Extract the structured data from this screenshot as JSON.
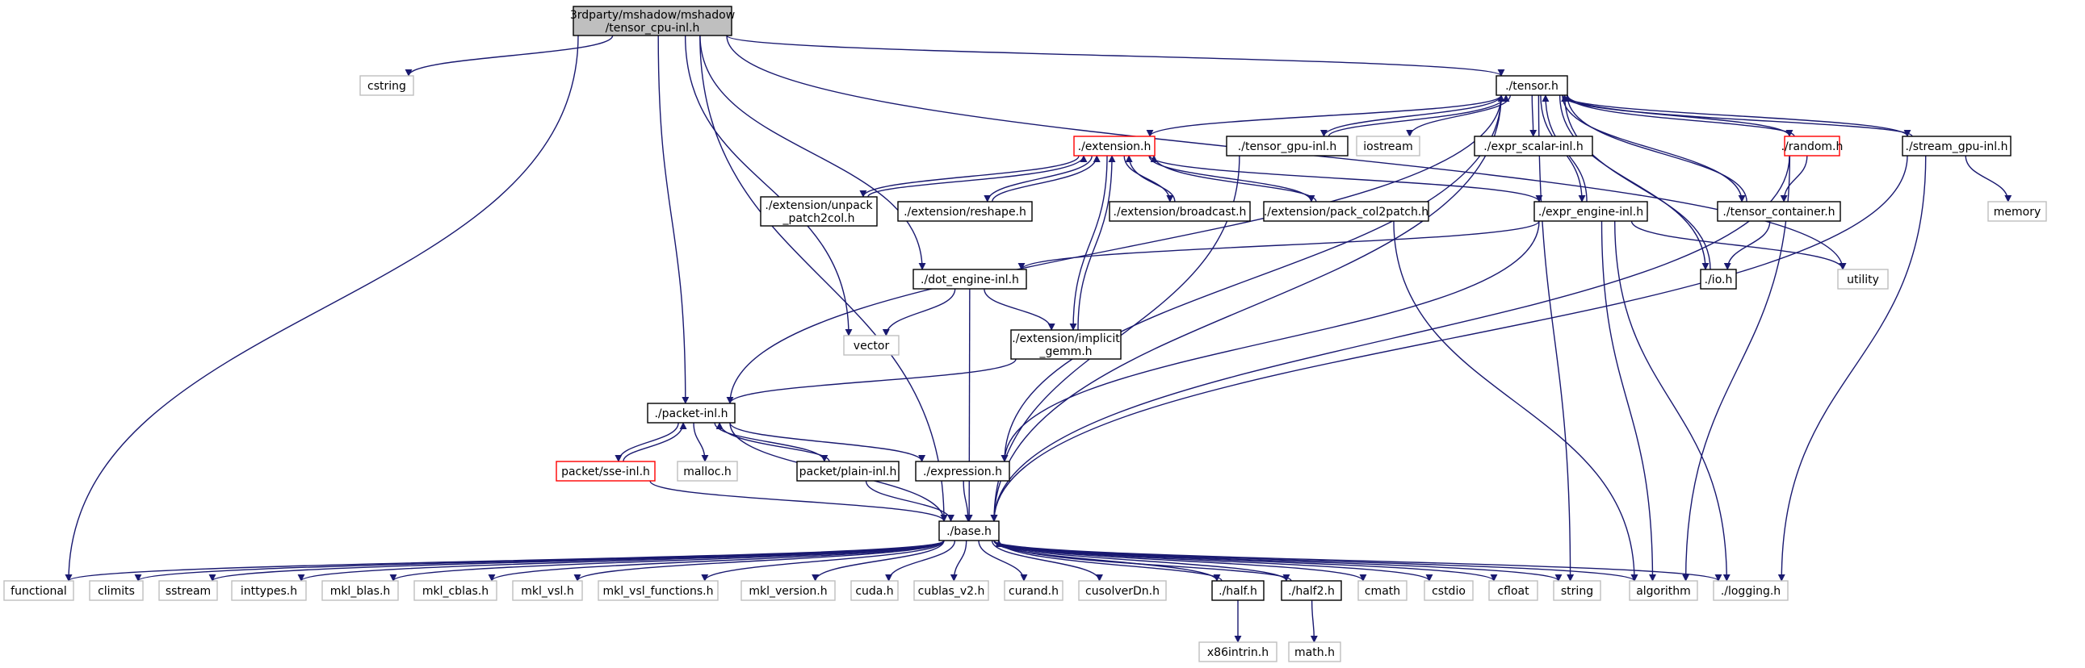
{
  "colors": {
    "edge": "#191970",
    "root_fill": "#bfbfbf",
    "root_border": "#000000",
    "internal_border": "#000000",
    "external_border": "#bfbfbf",
    "truncated_border": "#ff0000"
  },
  "legend_note": "",
  "nodes": [
    {
      "id": "root",
      "lines": [
        "3rdparty/mshadow/mshadow",
        "/tensor_cpu-inl.h"
      ],
      "kind": "root"
    },
    {
      "id": "cstring",
      "lines": [
        "cstring"
      ],
      "kind": "external"
    },
    {
      "id": "tensor",
      "lines": [
        "./tensor.h"
      ],
      "kind": "internal"
    },
    {
      "id": "extension",
      "lines": [
        "./extension.h"
      ],
      "kind": "truncated"
    },
    {
      "id": "tensor_gpu",
      "lines": [
        "./tensor_gpu-inl.h"
      ],
      "kind": "internal"
    },
    {
      "id": "iostream",
      "lines": [
        "iostream"
      ],
      "kind": "external"
    },
    {
      "id": "expr_scalar",
      "lines": [
        "./expr_scalar-inl.h"
      ],
      "kind": "internal"
    },
    {
      "id": "random",
      "lines": [
        "./random.h"
      ],
      "kind": "truncated"
    },
    {
      "id": "stream_gpu",
      "lines": [
        "./stream_gpu-inl.h"
      ],
      "kind": "internal"
    },
    {
      "id": "ext_unpack",
      "lines": [
        "./extension/unpack",
        "_patch2col.h"
      ],
      "kind": "internal"
    },
    {
      "id": "ext_reshape",
      "lines": [
        "./extension/reshape.h"
      ],
      "kind": "internal"
    },
    {
      "id": "ext_broadcast",
      "lines": [
        "./extension/broadcast.h"
      ],
      "kind": "internal"
    },
    {
      "id": "ext_pack",
      "lines": [
        "./extension/pack_col2patch.h"
      ],
      "kind": "internal"
    },
    {
      "id": "expr_engine",
      "lines": [
        "./expr_engine-inl.h"
      ],
      "kind": "internal"
    },
    {
      "id": "tensor_container",
      "lines": [
        "./tensor_container.h"
      ],
      "kind": "internal"
    },
    {
      "id": "memory",
      "lines": [
        "memory"
      ],
      "kind": "external"
    },
    {
      "id": "dot_engine",
      "lines": [
        "./dot_engine-inl.h"
      ],
      "kind": "internal"
    },
    {
      "id": "io",
      "lines": [
        "./io.h"
      ],
      "kind": "internal"
    },
    {
      "id": "utility",
      "lines": [
        "utility"
      ],
      "kind": "external"
    },
    {
      "id": "vector",
      "lines": [
        "vector"
      ],
      "kind": "external"
    },
    {
      "id": "ext_implicit",
      "lines": [
        "./extension/implicit",
        "_gemm.h"
      ],
      "kind": "internal"
    },
    {
      "id": "packet",
      "lines": [
        "./packet-inl.h"
      ],
      "kind": "internal"
    },
    {
      "id": "packet_sse",
      "lines": [
        "packet/sse-inl.h"
      ],
      "kind": "truncated"
    },
    {
      "id": "malloc",
      "lines": [
        "malloc.h"
      ],
      "kind": "external"
    },
    {
      "id": "packet_plain",
      "lines": [
        "packet/plain-inl.h"
      ],
      "kind": "internal"
    },
    {
      "id": "expression",
      "lines": [
        "./expression.h"
      ],
      "kind": "internal"
    },
    {
      "id": "base",
      "lines": [
        "./base.h"
      ],
      "kind": "internal"
    },
    {
      "id": "functional",
      "lines": [
        "functional"
      ],
      "kind": "external"
    },
    {
      "id": "climits",
      "lines": [
        "climits"
      ],
      "kind": "external"
    },
    {
      "id": "sstream",
      "lines": [
        "sstream"
      ],
      "kind": "external"
    },
    {
      "id": "inttypes",
      "lines": [
        "inttypes.h"
      ],
      "kind": "external"
    },
    {
      "id": "mkl_blas",
      "lines": [
        "mkl_blas.h"
      ],
      "kind": "external"
    },
    {
      "id": "mkl_cblas",
      "lines": [
        "mkl_cblas.h"
      ],
      "kind": "external"
    },
    {
      "id": "mkl_vsl",
      "lines": [
        "mkl_vsl.h"
      ],
      "kind": "external"
    },
    {
      "id": "mkl_vsl_functions",
      "lines": [
        "mkl_vsl_functions.h"
      ],
      "kind": "external"
    },
    {
      "id": "mkl_version",
      "lines": [
        "mkl_version.h"
      ],
      "kind": "external"
    },
    {
      "id": "cuda",
      "lines": [
        "cuda.h"
      ],
      "kind": "external"
    },
    {
      "id": "cublas",
      "lines": [
        "cublas_v2.h"
      ],
      "kind": "external"
    },
    {
      "id": "curand",
      "lines": [
        "curand.h"
      ],
      "kind": "external"
    },
    {
      "id": "cusolver",
      "lines": [
        "cusolverDn.h"
      ],
      "kind": "external"
    },
    {
      "id": "half",
      "lines": [
        "./half.h"
      ],
      "kind": "internal"
    },
    {
      "id": "half2",
      "lines": [
        "./half2.h"
      ],
      "kind": "internal"
    },
    {
      "id": "cmath",
      "lines": [
        "cmath"
      ],
      "kind": "external"
    },
    {
      "id": "cstdio",
      "lines": [
        "cstdio"
      ],
      "kind": "external"
    },
    {
      "id": "cfloat",
      "lines": [
        "cfloat"
      ],
      "kind": "external"
    },
    {
      "id": "string",
      "lines": [
        "string"
      ],
      "kind": "external"
    },
    {
      "id": "algorithm",
      "lines": [
        "algorithm"
      ],
      "kind": "external"
    },
    {
      "id": "logging",
      "lines": [
        "./logging.h"
      ],
      "kind": "external"
    },
    {
      "id": "x86intrin",
      "lines": [
        "x86intrin.h"
      ],
      "kind": "external"
    },
    {
      "id": "math",
      "lines": [
        "math.h"
      ],
      "kind": "external"
    }
  ],
  "edges": [
    [
      "root",
      "cstring"
    ],
    [
      "root",
      "tensor"
    ],
    [
      "root",
      "utility"
    ],
    [
      "root",
      "functional"
    ],
    [
      "root",
      "base"
    ],
    [
      "root",
      "packet"
    ],
    [
      "root",
      "vector"
    ],
    [
      "root",
      "dot_engine"
    ],
    [
      "tensor",
      "base"
    ],
    [
      "tensor",
      "extension"
    ],
    [
      "tensor",
      "tensor_gpu"
    ],
    [
      "tensor",
      "iostream"
    ],
    [
      "tensor",
      "expr_scalar"
    ],
    [
      "tensor",
      "random"
    ],
    [
      "tensor",
      "stream_gpu"
    ],
    [
      "tensor",
      "expr_engine"
    ],
    [
      "tensor",
      "io"
    ],
    [
      "tensor",
      "string"
    ],
    [
      "tensor",
      "expression"
    ],
    [
      "tensor",
      "tensor_container"
    ],
    [
      "extension",
      "ext_unpack"
    ],
    [
      "extension",
      "ext_reshape"
    ],
    [
      "extension",
      "ext_broadcast"
    ],
    [
      "extension",
      "ext_pack"
    ],
    [
      "extension",
      "expr_engine"
    ],
    [
      "extension",
      "ext_implicit"
    ],
    [
      "ext_unpack",
      "extension"
    ],
    [
      "ext_reshape",
      "extension"
    ],
    [
      "ext_broadcast",
      "extension"
    ],
    [
      "ext_pack",
      "extension"
    ],
    [
      "ext_implicit",
      "extension"
    ],
    [
      "ext_pack",
      "algorithm"
    ],
    [
      "tensor_gpu",
      "tensor"
    ],
    [
      "tensor_gpu",
      "base"
    ],
    [
      "random",
      "tensor"
    ],
    [
      "random",
      "tensor_container"
    ],
    [
      "random",
      "base"
    ],
    [
      "random",
      "algorithm"
    ],
    [
      "stream_gpu",
      "tensor"
    ],
    [
      "stream_gpu",
      "memory"
    ],
    [
      "stream_gpu",
      "base"
    ],
    [
      "stream_gpu",
      "logging"
    ],
    [
      "tensor_container",
      "tensor"
    ],
    [
      "tensor_container",
      "io"
    ],
    [
      "io",
      "tensor"
    ],
    [
      "expr_engine",
      "tensor"
    ],
    [
      "expr_engine",
      "dot_engine"
    ],
    [
      "expr_engine",
      "expression"
    ],
    [
      "expr_engine",
      "utility"
    ],
    [
      "expr_engine",
      "algorithm"
    ],
    [
      "expr_engine",
      "logging"
    ],
    [
      "dot_engine",
      "vector"
    ],
    [
      "dot_engine",
      "ext_implicit"
    ],
    [
      "dot_engine",
      "base"
    ],
    [
      "ext_implicit",
      "packet"
    ],
    [
      "packet",
      "tensor"
    ],
    [
      "packet",
      "packet_sse"
    ],
    [
      "packet",
      "malloc"
    ],
    [
      "packet",
      "packet_plain"
    ],
    [
      "packet",
      "expression"
    ],
    [
      "packet",
      "base"
    ],
    [
      "packet_sse",
      "packet"
    ],
    [
      "packet_sse",
      "base"
    ],
    [
      "packet_plain",
      "packet"
    ],
    [
      "packet_plain",
      "base"
    ],
    [
      "expression",
      "base"
    ],
    [
      "base",
      "functional"
    ],
    [
      "base",
      "climits"
    ],
    [
      "base",
      "sstream"
    ],
    [
      "base",
      "inttypes"
    ],
    [
      "base",
      "mkl_blas"
    ],
    [
      "base",
      "mkl_cblas"
    ],
    [
      "base",
      "mkl_vsl"
    ],
    [
      "base",
      "mkl_vsl_functions"
    ],
    [
      "base",
      "mkl_version"
    ],
    [
      "base",
      "cuda"
    ],
    [
      "base",
      "cublas"
    ],
    [
      "base",
      "curand"
    ],
    [
      "base",
      "cusolver"
    ],
    [
      "base",
      "half"
    ],
    [
      "base",
      "half2"
    ],
    [
      "base",
      "cmath"
    ],
    [
      "base",
      "cstdio"
    ],
    [
      "base",
      "cfloat"
    ],
    [
      "base",
      "string"
    ],
    [
      "base",
      "algorithm"
    ],
    [
      "base",
      "logging"
    ],
    [
      "half",
      "base"
    ],
    [
      "half",
      "x86intrin"
    ],
    [
      "half2",
      "base"
    ],
    [
      "half2",
      "math"
    ]
  ]
}
